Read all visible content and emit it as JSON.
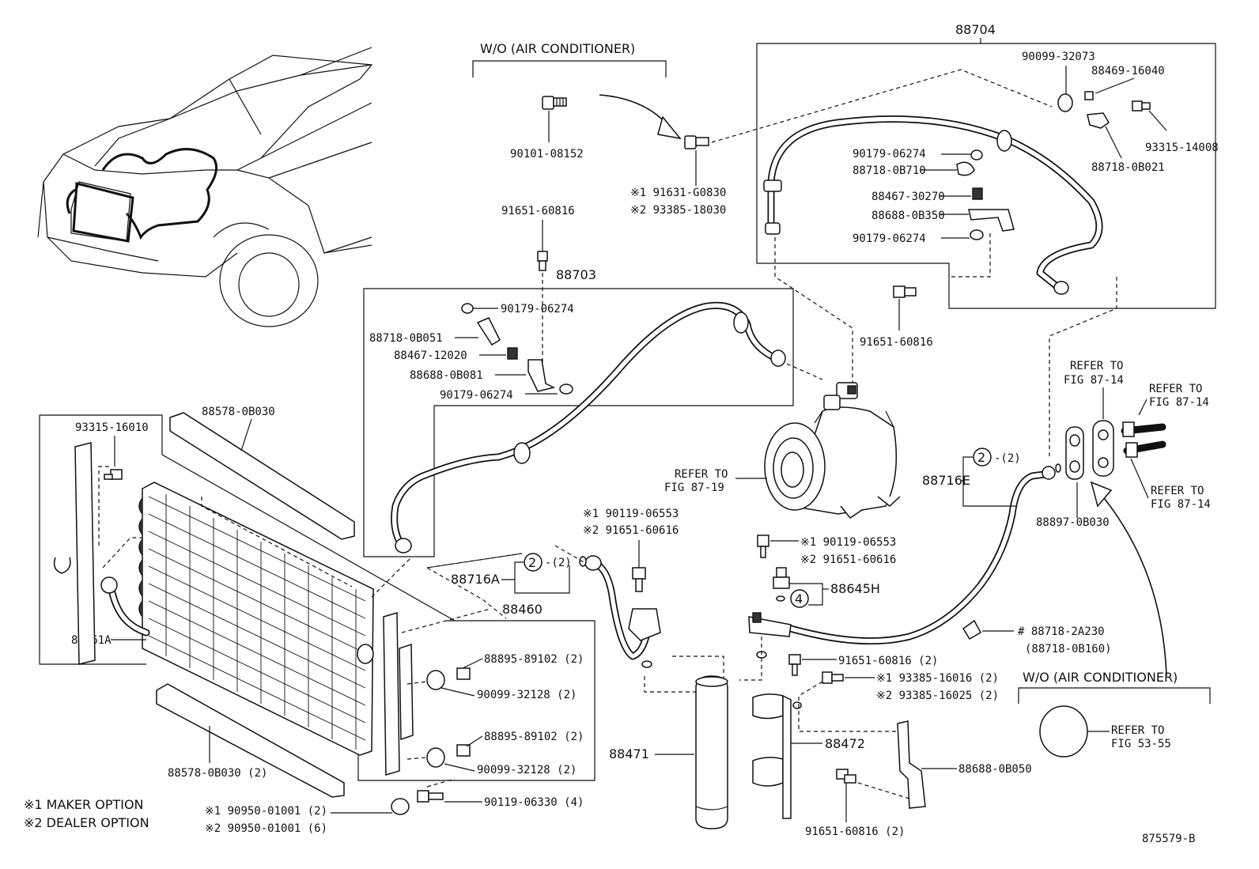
{
  "labels": {
    "wo_ac_top": "W/O (AIR CONDITIONER)",
    "wo_ac_bottom": "W/O (AIR CONDITIONER)",
    "grp_88704": "88704",
    "grp_88703": "88703",
    "grp_88460": "88460",
    "p_90101_08152": "90101-08152",
    "p_91631_g0830": "※1 91631-G0830",
    "p_93385_18030": "※2 93385-18030",
    "p_91651_60816_top": "91651-60816",
    "p_90099_32073": "90099-32073",
    "p_88469_16040": "88469-16040",
    "p_93315_14008": "93315-14008",
    "p_88718_0b021": "88718-0B021",
    "p_90179_06274_a": "90179-06274",
    "p_88718_0b710": "88718-0B710",
    "p_88467_30270": "88467-30270",
    "p_88688_0b350": "88688-0B350",
    "p_90179_06274_b": "90179-06274",
    "p_91651_60816_mid": "91651-60816",
    "p_90179_06274_c": "90179-06274",
    "p_88718_0b051": "88718-0B051",
    "p_88467_12020": "88467-12020",
    "p_88688_0b081": "88688-0B081",
    "p_90179_06274_d": "90179-06274",
    "p_88578_0b030": "88578-0B030",
    "p_93315_16010": "93315-16010",
    "refer_87_19_a": "REFER TO",
    "refer_87_19_b": "FIG 87-19",
    "refer_87_14_1a": "REFER TO",
    "refer_87_14_1b": "FIG 87-14",
    "refer_87_14_2a": "REFER TO",
    "refer_87_14_2b": "FIG 87-14",
    "refer_87_14_3a": "REFER TO",
    "refer_87_14_3b": "FIG 87-14",
    "p_88716e": "88716E",
    "p_88897_0b030": "88897-0B030",
    "c2_e": "2",
    "qty2_e": "-(2)",
    "p_90119_06553_a": "※1 90119-06553",
    "p_91651_60616_a": "※2 91651-60616",
    "p_88716a": "88716A",
    "c2_a": "2",
    "qty2_a": "-(2)",
    "p_90119_06553_b": "※1 90119-06553",
    "p_91651_60616_b": "※2 91651-60616",
    "p_88645h": "88645H",
    "c4": "4",
    "p_88461a": "88461A",
    "p_88895_89102_a": "88895-89102 (2)",
    "p_90099_32128_a": "90099-32128 (2)",
    "p_88895_89102_b": "88895-89102 (2)",
    "p_90099_32128_b": "90099-32128 (2)",
    "p_88718_2a230": "# 88718-2A230",
    "p_88718_0b160": "(88718-0B160)",
    "p_91651_60816_2": "91651-60816 (2)",
    "p_93385_16016": "※1 93385-16016 (2)",
    "p_93385_16025": "※2 93385-16025 (2)",
    "p_88471": "88471",
    "p_88472": "88472",
    "p_88688_0b050": "88688-0B050",
    "refer_53_55_a": "REFER TO",
    "refer_53_55_b": "FIG 53-55",
    "p_88578_0b030_2": "88578-0B030 (2)",
    "p_90119_06330": "90119-06330 (4)",
    "p_90950_01001_2": "※1 90950-01001 (2)",
    "p_90950_01001_6": "※2 90950-01001 (6)",
    "p_91651_60816_bot": "91651-60816 (2)",
    "maker_option": "※1 MAKER OPTION",
    "dealer_option": "※2 DEALER OPTION",
    "fig_code": "875579-B"
  }
}
